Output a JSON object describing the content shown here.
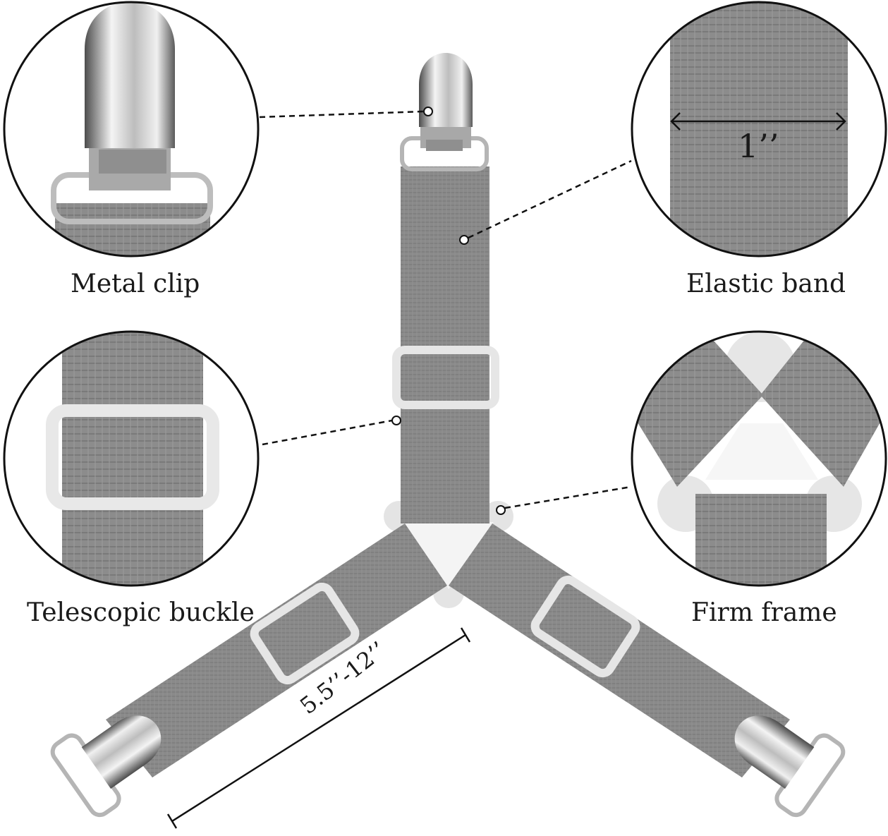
{
  "callouts": {
    "metal_clip": "Metal clip",
    "elastic_band": "Elastic band",
    "telescopic_buckle": "Telescopic buckle",
    "firm_frame": "Firm frame"
  },
  "dimensions": {
    "band_width": "1’’",
    "strap_length": "5.5’’-12’’"
  },
  "colors": {
    "strap": "#8a8a8a",
    "strap_dark": "#747474",
    "buckle": "#e6e6e6",
    "metal_light": "#e8e8e8",
    "metal_dark": "#5e5e5e",
    "outline": "#111111"
  }
}
